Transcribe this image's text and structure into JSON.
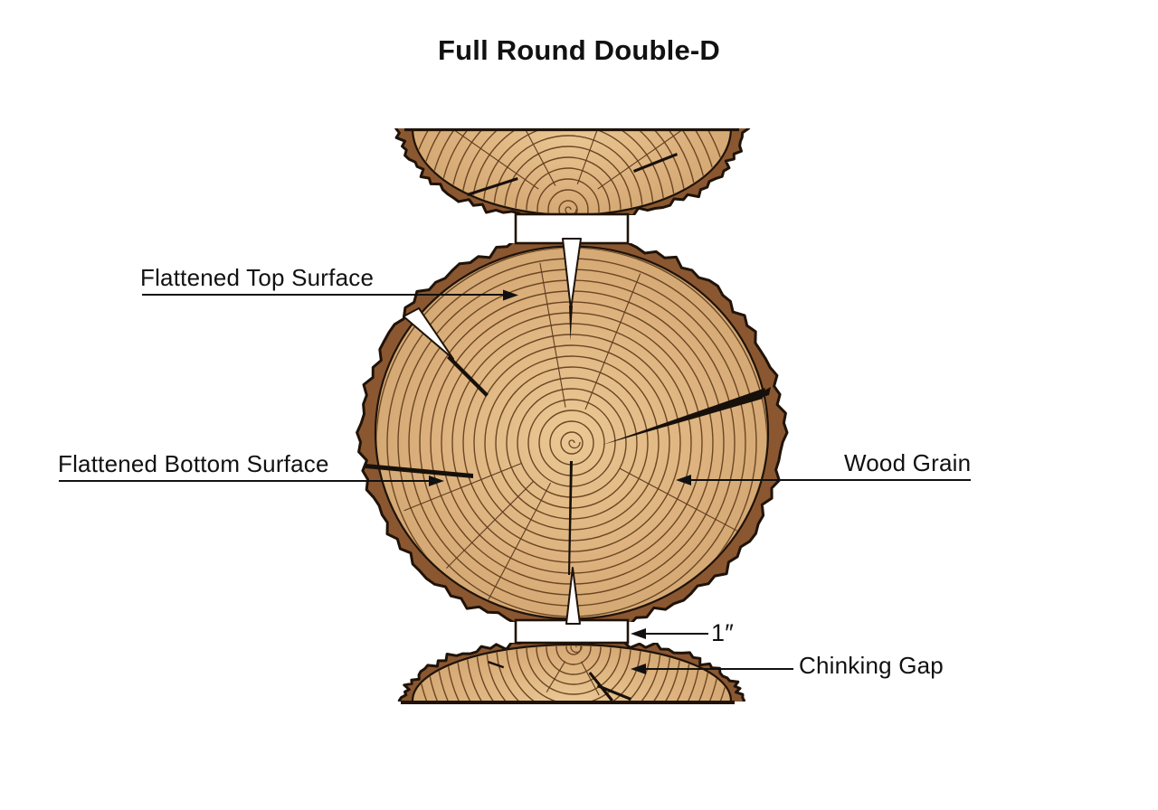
{
  "title": "Full Round Double-D",
  "labels": {
    "flattened_top": "Flattened Top Surface",
    "flattened_bottom": "Flattened Bottom Surface",
    "wood_grain": "Wood Grain",
    "gap_size": "1″",
    "chinking_gap": "Chinking Gap"
  },
  "colors": {
    "background": "#ffffff",
    "text": "#111111",
    "leader_line": "#111111",
    "wood": "#ddb27e",
    "wood_light": "#eac894",
    "wood_edge": "#d2a671",
    "ring": "#6b4623",
    "radial_line": "#5d3d1f",
    "bark": "#8a5731",
    "outline": "#1f1309",
    "gap_fill": "#ffffff",
    "crack": "#17100a"
  }
}
